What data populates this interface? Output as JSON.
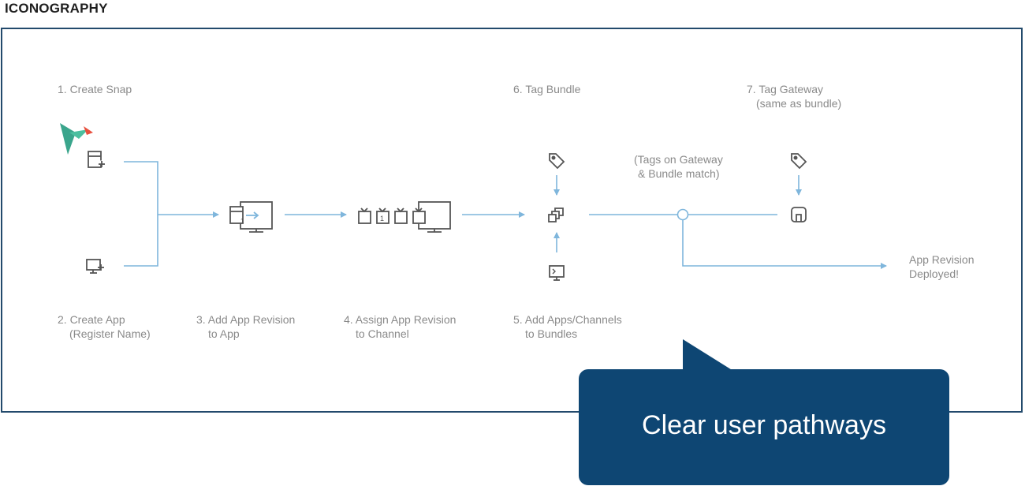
{
  "header": {
    "title": "ICONOGRAPHY"
  },
  "steps": {
    "step1": {
      "line1": "1. Create Snap"
    },
    "step2": {
      "line1": "2. Create App",
      "line2": "(Register Name)"
    },
    "step3": {
      "line1": "3. Add App Revision",
      "line2": "to App"
    },
    "step4": {
      "line1": "4. Assign App Revision",
      "line2": "to Channel"
    },
    "step5": {
      "line1": "5. Add Apps/Channels",
      "line2": "to Bundles"
    },
    "step6": {
      "line1": "6. Tag Bundle"
    },
    "step7": {
      "line1": "7. Tag Gateway",
      "line2": "(same as bundle)"
    }
  },
  "notes": {
    "match": {
      "line1": "(Tags on Gateway",
      "line2": "& Bundle match)"
    },
    "deployed": {
      "line1": "App Revision",
      "line2": "Deployed!"
    }
  },
  "channel_number": "1",
  "callout": {
    "text": "Clear user pathways"
  },
  "colors": {
    "flow_line": "#7fb6dc",
    "icon": "#555555",
    "callout_bg": "#0e4673",
    "frame_border": "#234a6c",
    "bird_green": "#3aa58c",
    "bird_red": "#e8503e"
  },
  "icons": [
    "snap-bird-icon",
    "app-add-icon",
    "monitor-add-icon",
    "app-revision-monitor-icon",
    "channels-monitor-icon",
    "tag-icon",
    "bundle-icon",
    "terminal-monitor-icon",
    "gateway-icon"
  ]
}
